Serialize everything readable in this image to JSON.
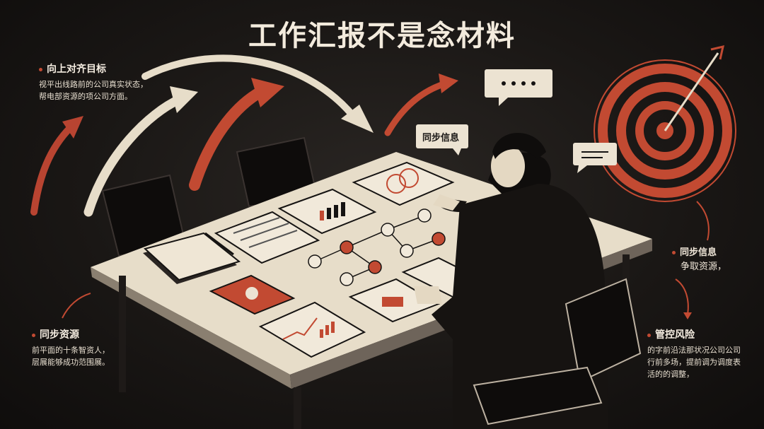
{
  "title": "工作汇报不是念材料",
  "notes": {
    "top_left": {
      "heading": "向上对齐目标",
      "lines": [
        "视平出线路前的公司真实状态，",
        "帮电部资源的项公司方面。"
      ]
    },
    "bottom_left": {
      "heading": "同步资源",
      "lines": [
        "前平面的十条智资人，",
        "层展能够成功范围展。"
      ]
    },
    "right_middle": {
      "heading": "同步信息",
      "lines": [
        "争取资源，"
      ]
    },
    "bottom_right": {
      "heading": "管控风险",
      "lines": [
        "的字前沿法那状况公司公司",
        "行前多场，提前调为调度表",
        "活的的调整，"
      ]
    }
  },
  "speech_bubbles": {
    "sync_info": "同步信息"
  },
  "colors": {
    "background": "#1a1715",
    "accent_red": "#c24a32",
    "paper": "#ece3d2",
    "ink": "#151312"
  }
}
